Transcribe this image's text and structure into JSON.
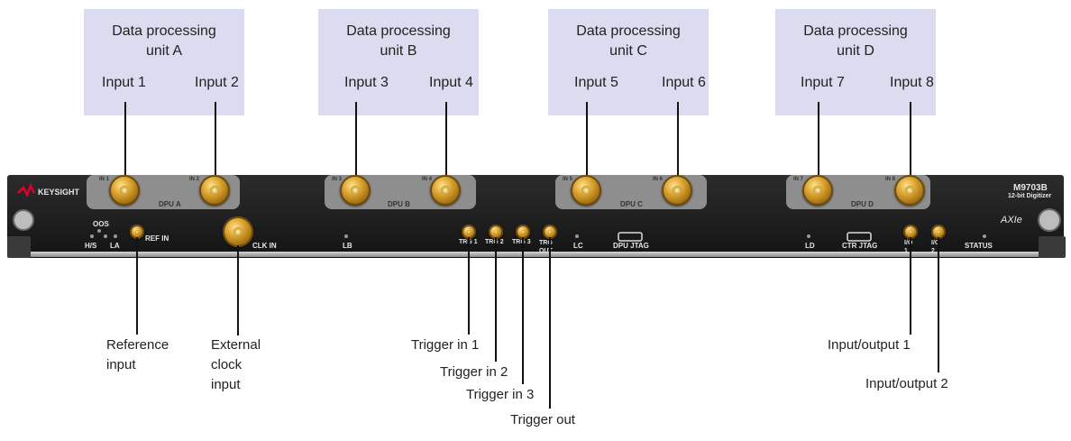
{
  "dpus": [
    {
      "title_line1": "Data processing",
      "title_line2": "unit A",
      "inputs": [
        "Input 1",
        "Input 2"
      ]
    },
    {
      "title_line1": "Data processing",
      "title_line2": "unit B",
      "inputs": [
        "Input 3",
        "Input 4"
      ]
    },
    {
      "title_line1": "Data processing",
      "title_line2": "unit C",
      "inputs": [
        "Input 5",
        "Input 6"
      ]
    },
    {
      "title_line1": "Data processing",
      "title_line2": "unit D",
      "inputs": [
        "Input 7",
        "Input 8"
      ]
    }
  ],
  "panel": {
    "brand": "KEYSIGHT",
    "model": "M9703B",
    "model_sub": "12-bit Digitizer",
    "axie": "AXIe",
    "dpu_tabs": [
      "DPU A",
      "DPU B",
      "DPU C",
      "DPU D"
    ],
    "in_marks": [
      "IN 1",
      "IN 2",
      "IN 3",
      "IN 4",
      "IN 5",
      "IN 6",
      "IN 7",
      "IN 8"
    ],
    "oos": "OOS",
    "hs": "H/S",
    "la": "LA",
    "ref_in": "REF IN",
    "clk_in": "CLK IN",
    "lb": "LB",
    "trg1": "TRG 1",
    "trg2": "TRG 2",
    "trg3": "TRG 3",
    "trg_out": "TRG OUT",
    "lc": "LC",
    "dpu_jtag": "DPU JTAG",
    "ld": "LD",
    "ctr_jtag": "CTR JTAG",
    "io1": "I/O 1",
    "io2": "I/O 2",
    "status": "STATUS"
  },
  "callouts": {
    "reference_input": [
      "Reference",
      "input"
    ],
    "external_clock": [
      "External",
      "clock",
      "input"
    ],
    "trigger_in_1": "Trigger in 1",
    "trigger_in_2": "Trigger in 2",
    "trigger_in_3": "Trigger in 3",
    "trigger_out": "Trigger out",
    "io_1": "Input/output 1",
    "io_2": "Input/output 2"
  },
  "colors": {
    "dpu_box": "#dcdcf0",
    "panel": "#1c1c1c",
    "panel_tab": "#8e8e8e",
    "connector_gold": "#d9a22e",
    "brand_red": "#e0002a"
  }
}
